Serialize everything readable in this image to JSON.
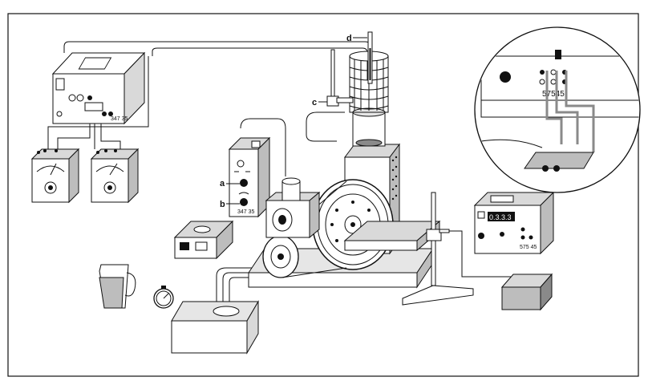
{
  "labels": {
    "a": "a",
    "b": "b",
    "c": "c",
    "d": "d"
  },
  "devices": {
    "control_unit_code": "347 35",
    "power_supply_code": "575 45",
    "inset_code": "57545",
    "counter_display": "0.3.3.3"
  },
  "colors": {
    "line": "#111111",
    "paper": "#ffffff",
    "shade_light": "#d9d9d9",
    "shade_mid": "#bdbdbd",
    "shade_dark": "#8a8a8a"
  },
  "icons": [
    "multimeter-icon",
    "heating-coil-icon",
    "thermometer-icon",
    "stopwatch-icon",
    "measuring-jug-icon",
    "flywheel-icon",
    "magnifier-inset-icon"
  ]
}
